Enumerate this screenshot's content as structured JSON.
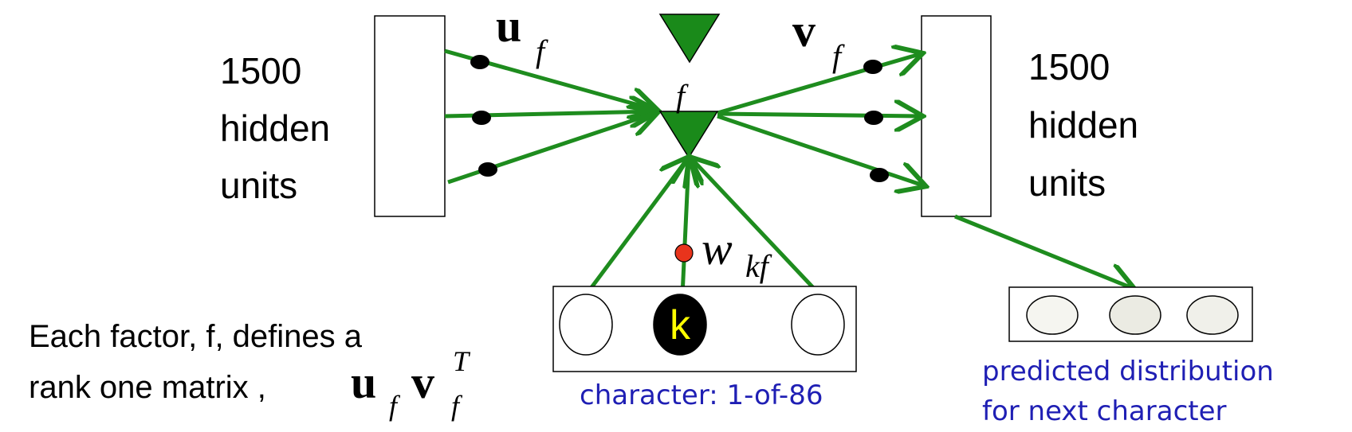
{
  "left_layer": {
    "label_lines": [
      "1500",
      "hidden",
      "units"
    ]
  },
  "right_layer": {
    "label_lines": [
      "1500",
      "hidden",
      "units"
    ]
  },
  "factor": {
    "label": "f"
  },
  "u_vector": {
    "symbol": "u",
    "subscript": "f"
  },
  "v_vector": {
    "symbol": "v",
    "subscript": "f"
  },
  "weight": {
    "symbol": "w",
    "subscript": "kf"
  },
  "input_chars": {
    "active_label": "k",
    "caption": "character: 1-of-86"
  },
  "output": {
    "caption_lines": [
      "predicted distribution",
      "for next character"
    ]
  },
  "note": {
    "line1": "Each factor, f, defines a",
    "line2": "rank one matrix ,",
    "u": "u",
    "u_sub": "f",
    "v": "v",
    "v_sub": "f",
    "v_sup": "T"
  },
  "colors": {
    "arrow": "#1e8c1e",
    "factor_fill": "#1a8a1a",
    "weight_dot": "#e8341c",
    "caption": "#1f1fb4",
    "active_char_text": "#ffff00"
  }
}
